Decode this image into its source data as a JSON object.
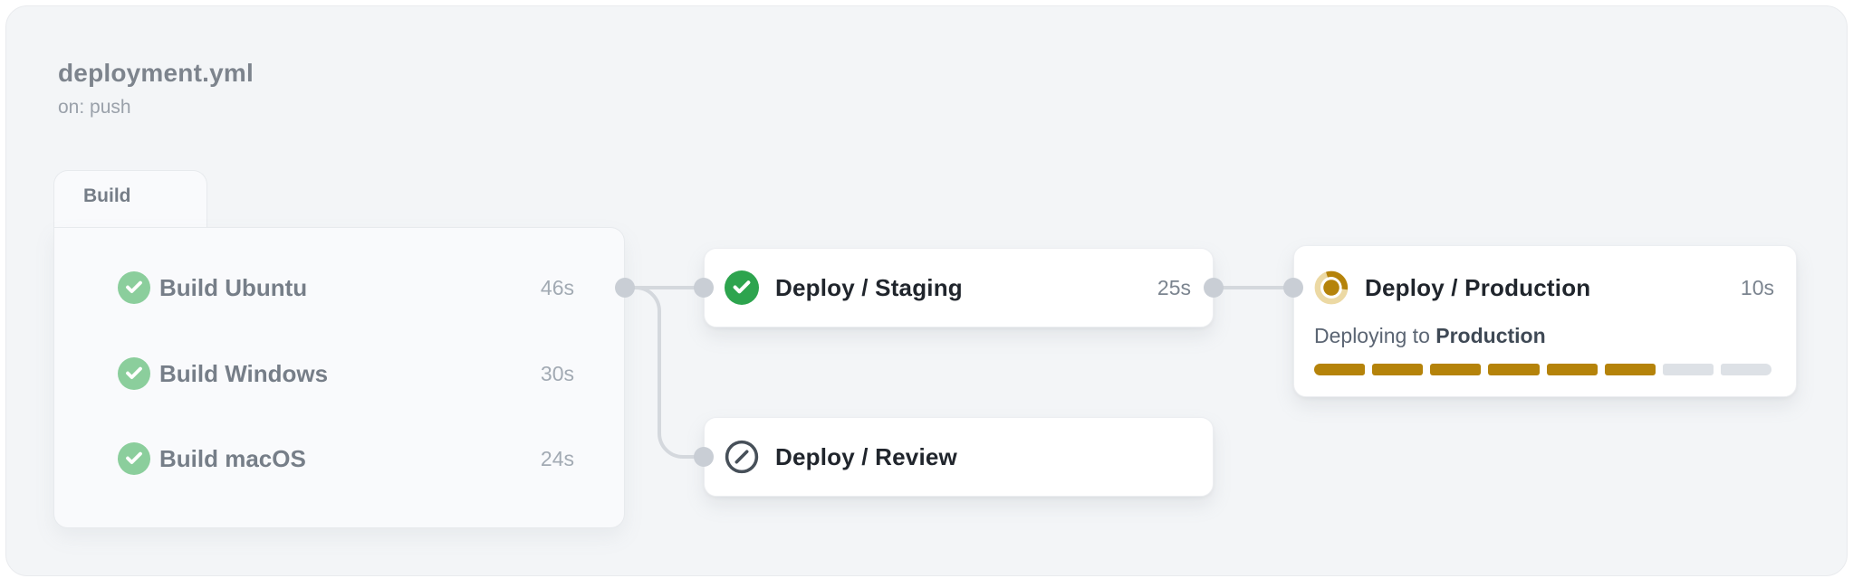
{
  "workflow": {
    "file_title": "deployment.yml",
    "trigger": "on: push",
    "build_group": {
      "label": "Build",
      "jobs": [
        {
          "name": "Build Ubuntu",
          "duration": "46s",
          "status": "success"
        },
        {
          "name": "Build Windows",
          "duration": "30s",
          "status": "success"
        },
        {
          "name": "Build macOS",
          "duration": "24s",
          "status": "success"
        }
      ]
    },
    "nodes": {
      "staging": {
        "name": "Deploy / Staging",
        "duration": "25s",
        "status": "success"
      },
      "review": {
        "name": "Deploy / Review",
        "duration": "",
        "status": "skipped"
      },
      "production": {
        "name": "Deploy / Production",
        "duration": "10s",
        "status": "in_progress",
        "detail": {
          "prefix": "Deploying to ",
          "target": "Production"
        },
        "progress": {
          "segments_total": 8,
          "segments_filled": 6
        }
      }
    }
  },
  "icons": {
    "success": "check-circle-icon",
    "skipped": "slash-circle-icon",
    "in_progress": "spinner-circle-icon"
  },
  "colors": {
    "panel_background": "#f3f5f7",
    "success_green": "#2da44e",
    "muted_success_green": "#8bce9c",
    "in_progress_amber": "#b5830a",
    "in_progress_ring": "#ecd9a4",
    "skipped_slate": "#475059",
    "connector_gray": "#d4d8dd",
    "connector_dot": "#c9ced5",
    "progress_empty": "#dde1e6",
    "card_background": "#ffffff"
  }
}
